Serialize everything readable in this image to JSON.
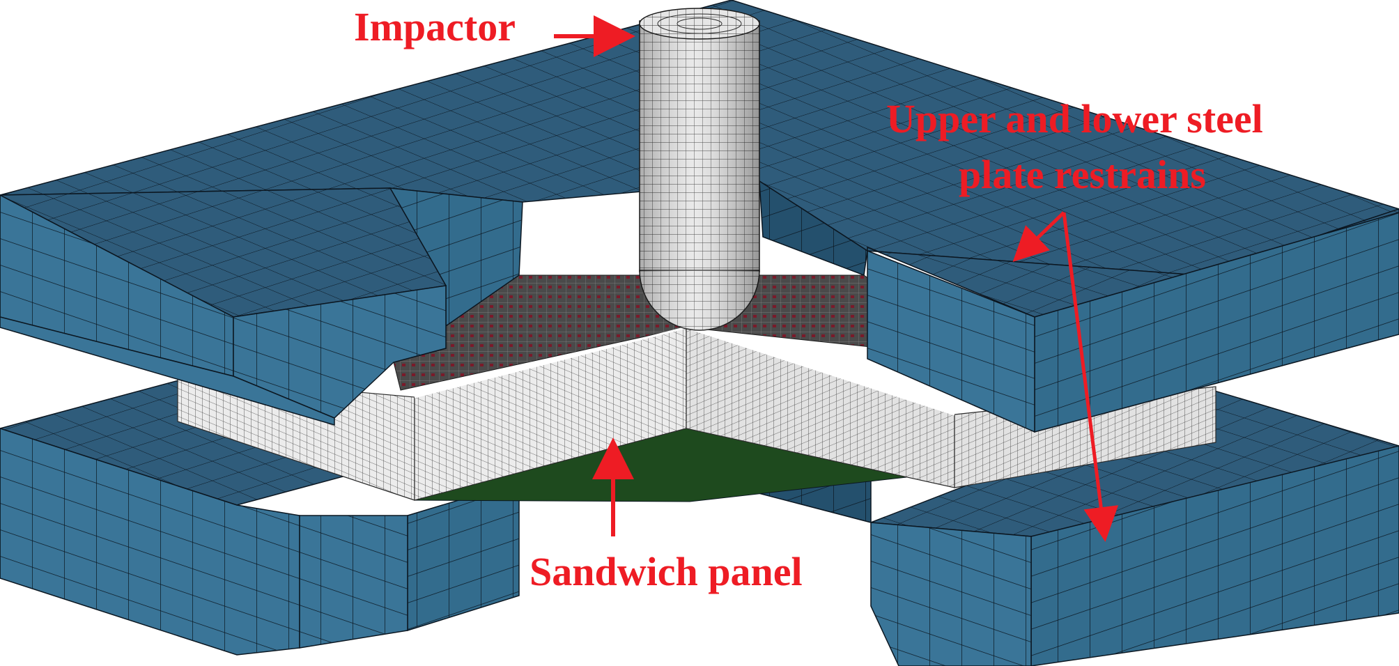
{
  "labels": {
    "impactor": "Impactor",
    "restrains_line1": "Upper and lower steel",
    "restrains_line2": "plate restrains",
    "sandwich": "Sandwich panel"
  },
  "colors": {
    "steel_top": "#2f5c7b",
    "steel_face_light": "#3a7598",
    "steel_face_dark": "#24506d",
    "mesh_line": "#0b1620",
    "panel_face": "#ececec",
    "panel_face_dark": "#d6d6d6",
    "panel_grid": "#3a3a3a",
    "core_bg": "#3a3a3a",
    "core_spot": "#7a1a2a",
    "bottom_face_sheet": "#1e4a1e",
    "annotation": "#ee1c24"
  }
}
